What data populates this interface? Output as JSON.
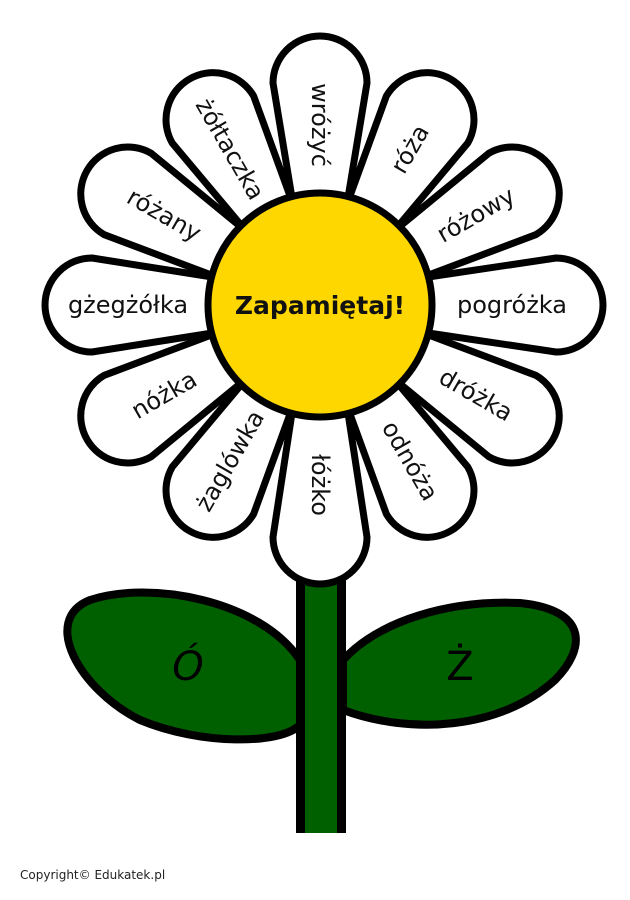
{
  "title": "Zapamiętaj!",
  "petals": [
    {
      "word": "wróżyć"
    },
    {
      "word": "róża"
    },
    {
      "word": "różowy"
    },
    {
      "word": "pogróżka"
    },
    {
      "word": "dróżka"
    },
    {
      "word": "odnóża"
    },
    {
      "word": "łóżko"
    },
    {
      "word": "żaglówka"
    },
    {
      "word": "nóżka"
    },
    {
      "word": "gżegżółka"
    },
    {
      "word": "różany"
    },
    {
      "word": "żółtaczka"
    }
  ],
  "leaves": {
    "left": "Ó",
    "right": "Ż"
  },
  "copyright": "Copyright© Edukatek.pl",
  "colors": {
    "center": "#FFD700",
    "leaf": "#006000",
    "petal": "#FFFFFF",
    "outline": "#000000"
  }
}
